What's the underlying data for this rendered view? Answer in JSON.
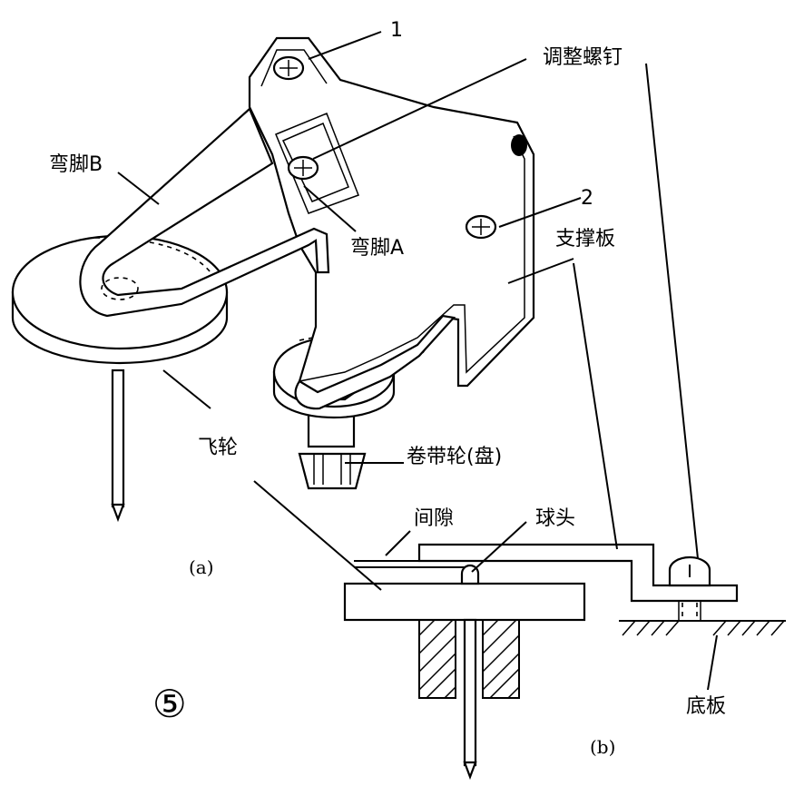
{
  "labels": {
    "label_1": "1",
    "label_2": "2",
    "adjust_screw": "调整螺钉",
    "leg_b": "弯脚B",
    "leg_a": "弯脚A",
    "support_plate": "支撑板",
    "flywheel": "飞轮",
    "take_up_reel": "卷带轮(盘)",
    "gap": "间隙",
    "ball_head": "球头",
    "base_plate": "底板",
    "caption_a": "(a)",
    "caption_b": "(b)",
    "figure_number": "⑤"
  }
}
